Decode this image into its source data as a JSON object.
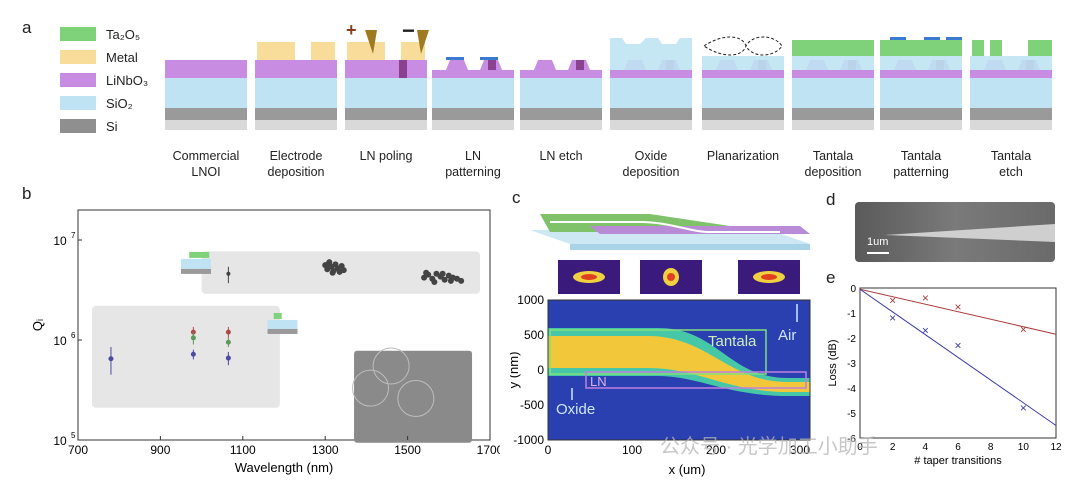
{
  "panels": {
    "a": "a",
    "b": "b",
    "c": "c",
    "d": "d",
    "e": "e"
  },
  "legend": [
    {
      "label": "Ta₂O₅",
      "color": "#7fd27a"
    },
    {
      "label": "Metal",
      "color": "#f7dc9a"
    },
    {
      "label": "LiNbO₃",
      "color": "#c98ce3"
    },
    {
      "label": "SiO₂",
      "color": "#bfe3f2"
    },
    {
      "label": "Si",
      "color": "#8f8f8f"
    }
  ],
  "steps": [
    "Commercial\nLNOI",
    "Electrode\ndeposition",
    "LN poling",
    "LN\npatterning",
    "LN etch",
    "Oxide\ndeposition",
    "Planarization",
    "Tantala\ndeposition",
    "Tantala\npatterning",
    "Tantala\netch"
  ],
  "poling_signs": {
    "plus": "+",
    "minus": "−"
  },
  "chart_b": {
    "type": "scatter",
    "xlabel": "Wavelength (nm)",
    "ylabel": "Qᵢ",
    "xlim": [
      700,
      1700
    ],
    "xticks": [
      "700",
      "900",
      "1100",
      "1300",
      "1500",
      "1700"
    ],
    "ytick_labels": {
      "e5": "10",
      "e6": "10",
      "e7": "10",
      "p5": "5",
      "p6": "6",
      "p7": "7"
    },
    "ylim_log10": [
      5,
      7.3
    ],
    "upper_points": [
      {
        "x": 1065,
        "y": 4600000.0,
        "err_lo": 3700000.0,
        "err_hi": 5400000.0
      },
      {
        "x": 1300,
        "y": 5600000.0
      },
      {
        "x": 1305,
        "y": 5100000.0
      },
      {
        "x": 1310,
        "y": 6000000.0
      },
      {
        "x": 1315,
        "y": 5400000.0
      },
      {
        "x": 1320,
        "y": 4900000.0
      },
      {
        "x": 1325,
        "y": 5700000.0
      },
      {
        "x": 1330,
        "y": 5200000.0
      },
      {
        "x": 1335,
        "y": 4800000.0
      },
      {
        "x": 1340,
        "y": 5500000.0
      },
      {
        "x": 1345,
        "y": 5000000.0
      },
      {
        "x": 1308,
        "y": 5800000.0
      },
      {
        "x": 1318,
        "y": 4700000.0
      },
      {
        "x": 1540,
        "y": 4200000.0
      },
      {
        "x": 1550,
        "y": 4500000.0
      },
      {
        "x": 1560,
        "y": 4100000.0
      },
      {
        "x": 1570,
        "y": 4600000.0
      },
      {
        "x": 1580,
        "y": 4300000.0
      },
      {
        "x": 1590,
        "y": 4000000.0
      },
      {
        "x": 1600,
        "y": 4400000.0
      },
      {
        "x": 1610,
        "y": 4200000.0
      },
      {
        "x": 1620,
        "y": 4100000.0
      },
      {
        "x": 1630,
        "y": 3900000.0
      },
      {
        "x": 1545,
        "y": 4700000.0
      },
      {
        "x": 1565,
        "y": 3800000.0
      },
      {
        "x": 1585,
        "y": 4600000.0
      },
      {
        "x": 1605,
        "y": 3900000.0
      }
    ],
    "lower_points": [
      {
        "x": 780,
        "y": 650000.0,
        "err_lo": 450000.0,
        "err_hi": 850000.0,
        "color": "#4a4aa0"
      },
      {
        "x": 980,
        "y": 1200000.0,
        "err_lo": 1050000.0,
        "err_hi": 1350000.0,
        "color": "#b04a4a"
      },
      {
        "x": 980,
        "y": 1050000.0,
        "err_lo": 900000.0,
        "err_hi": 1200000.0,
        "color": "#5a9a5a"
      },
      {
        "x": 980,
        "y": 720000.0,
        "err_lo": 640000.0,
        "err_hi": 800000.0,
        "color": "#4a4aa0"
      },
      {
        "x": 1065,
        "y": 1200000.0,
        "err_lo": 1050000.0,
        "err_hi": 1350000.0,
        "color": "#b04a4a"
      },
      {
        "x": 1065,
        "y": 950000.0,
        "err_lo": 850000.0,
        "err_hi": 1050000.0,
        "color": "#5a9a5a"
      },
      {
        "x": 1065,
        "y": 660000.0,
        "err_lo": 560000.0,
        "err_hi": 760000.0,
        "color": "#4a4aa0"
      }
    ]
  },
  "chart_c": {
    "xlabel": "x (um)",
    "ylabel": "y (nm)",
    "xticks": [
      "0",
      "100",
      "200",
      "300"
    ],
    "yticks": [
      "1000",
      "500",
      "0",
      "-500",
      "-1000"
    ],
    "labels": {
      "tantala": "Tantala",
      "air": "Air",
      "ln": "LN",
      "oxide": "Oxide"
    }
  },
  "panel_d": {
    "scale": "1um"
  },
  "chart_e": {
    "type": "scatter",
    "xlabel": "# taper transitions",
    "ylabel": "Loss (dB)",
    "xlim": [
      0,
      12
    ],
    "ylim": [
      -6,
      0
    ],
    "xticks": [
      "0",
      "2",
      "4",
      "6",
      "8",
      "10",
      "12"
    ],
    "yticks": [
      "0",
      "-1",
      "-2",
      "-3",
      "-4",
      "-5",
      "-6"
    ],
    "series": [
      {
        "color": "#a83a3a",
        "x": [
          2,
          4,
          6,
          10
        ],
        "y": [
          -0.5,
          -0.4,
          -0.75,
          -1.65
        ],
        "fit": [
          0,
          -0.05,
          12,
          -1.85
        ]
      },
      {
        "color": "#3a3aa8",
        "x": [
          2,
          4,
          6,
          10
        ],
        "y": [
          -1.2,
          -1.7,
          -2.3,
          -4.8
        ],
        "fit": [
          0,
          -0.05,
          12,
          -5.5
        ]
      }
    ]
  },
  "watermark": "公众号 · 光学加工小助手"
}
